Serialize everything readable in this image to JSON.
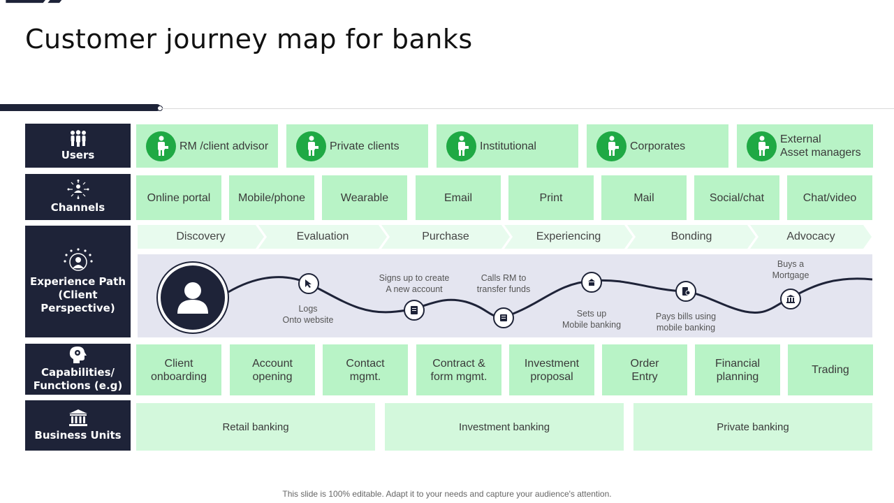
{
  "title": "Customer journey map for banks",
  "rows": {
    "users": "Users",
    "channels": "Channels",
    "experience_path": [
      "Experience Path",
      "(Client",
      "Perspective)"
    ],
    "capabilities": [
      "Capabilities/",
      "Functions (e.g)"
    ],
    "business_units": "Business Units"
  },
  "users": [
    {
      "label": [
        "RM /client advisor"
      ]
    },
    {
      "label": [
        "Private clients"
      ]
    },
    {
      "label": [
        "Institutional"
      ]
    },
    {
      "label": [
        "Corporates"
      ]
    },
    {
      "label": [
        "External",
        "Asset managers"
      ]
    }
  ],
  "channels": [
    "Online portal",
    "Mobile/phone",
    "Wearable",
    "Email",
    "Print",
    "Mail",
    "Social/chat",
    "Chat/video"
  ],
  "stages": [
    "Discovery",
    "Evaluation",
    "Purchase",
    "Experiencing",
    "Bonding",
    "Advocacy"
  ],
  "journey_steps": [
    {
      "icon": "cursor-icon",
      "text": [
        "Logs",
        "Onto website"
      ]
    },
    {
      "icon": "document-icon",
      "text": [
        "Signs up to create",
        "A new account"
      ]
    },
    {
      "icon": "phone-icon",
      "text": [
        "Calls RM to",
        "transfer funds"
      ]
    },
    {
      "icon": "mobile-bank-icon",
      "text": [
        "Sets up",
        "Mobile banking"
      ]
    },
    {
      "icon": "bill-icon",
      "text": [
        "Pays bills using",
        "mobile banking"
      ]
    },
    {
      "icon": "bank-icon",
      "text": [
        "Buys a",
        "Mortgage"
      ]
    }
  ],
  "capabilities": [
    [
      "Client",
      "onboarding"
    ],
    [
      "Account",
      "opening"
    ],
    [
      "Contact",
      "mgmt."
    ],
    [
      "Contract &",
      "form mgmt."
    ],
    [
      "Investment",
      "proposal"
    ],
    [
      "Order",
      "Entry"
    ],
    [
      "Financial",
      "planning"
    ],
    [
      "Trading"
    ]
  ],
  "business_units": [
    "Retail banking",
    "Investment banking",
    "Private banking"
  ],
  "footer": "This slide is 100% editable. Adapt it to your needs and capture your audience's attention.",
  "colors": {
    "navy": "#1e2338",
    "green_box": "#b8f3c6",
    "green_light": "#d3f8dc",
    "icon_green": "#1fa944",
    "panel": "#e4e5f0"
  }
}
